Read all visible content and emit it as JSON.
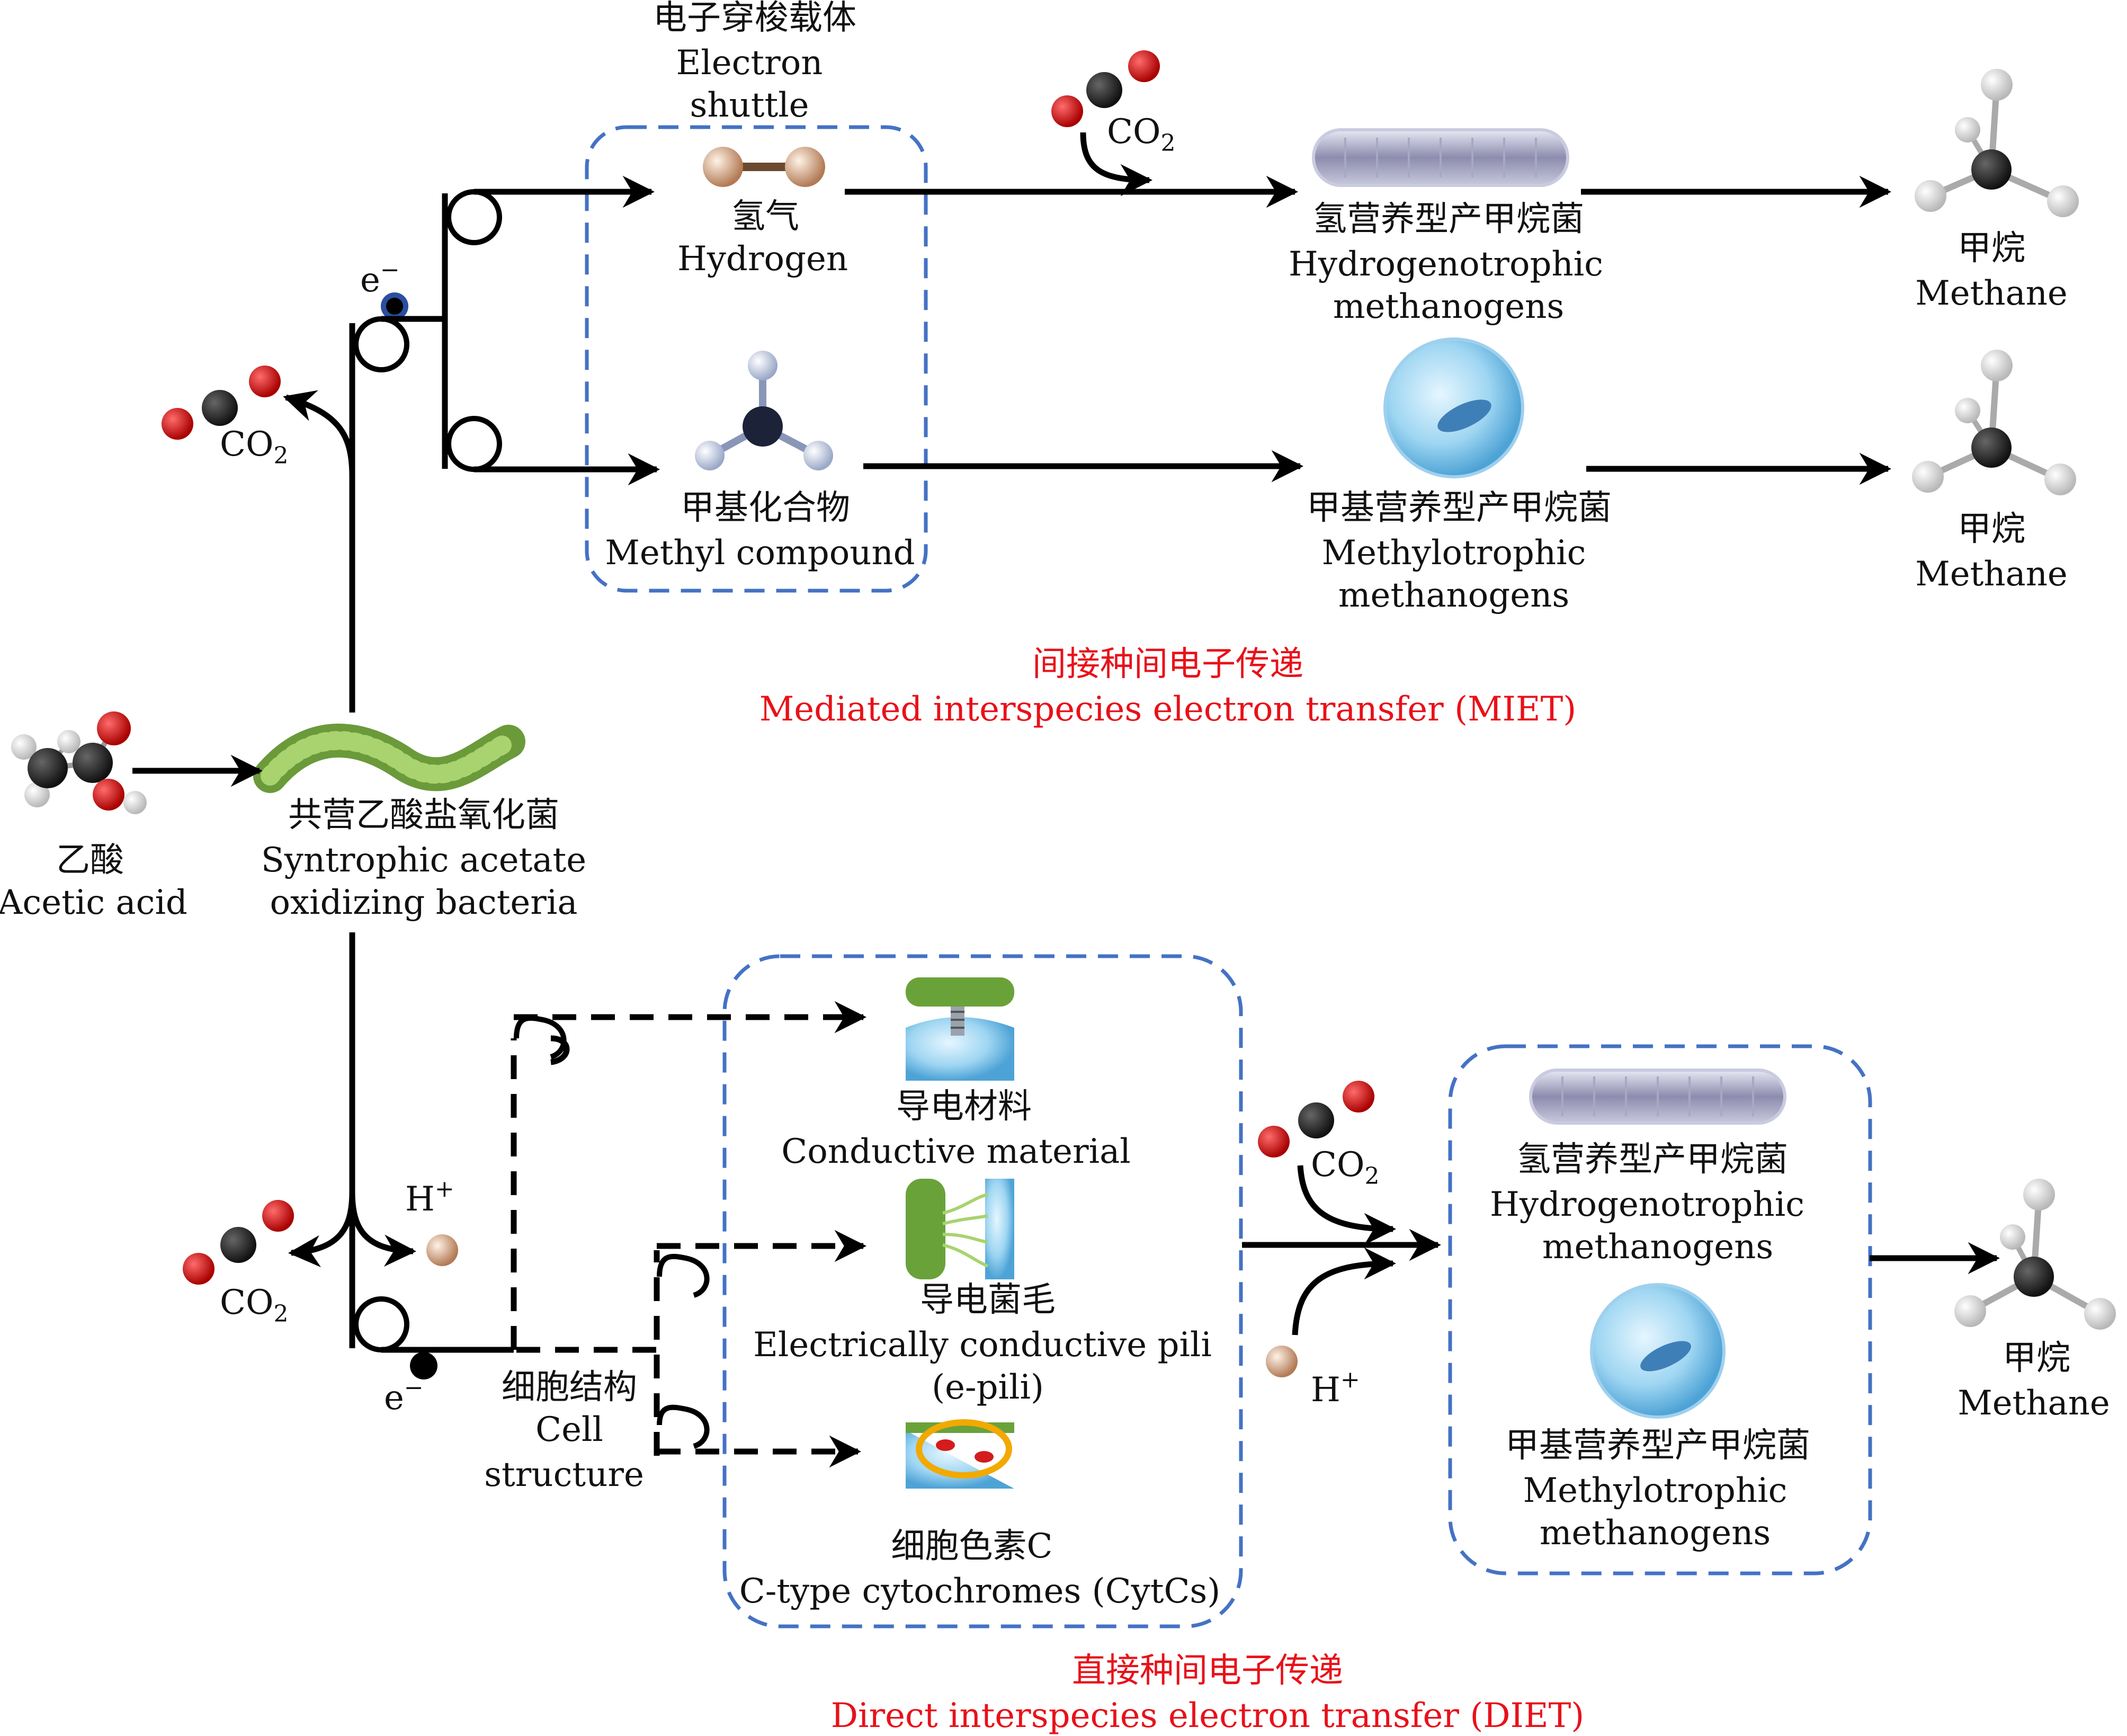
{
  "colors": {
    "arrow": "#000000",
    "dashed_box": "#4472c4",
    "title_red": "#e8111a",
    "electron_ring": "#1f3a8a",
    "oxygen": "#cc0000",
    "carbon": "#222222",
    "hydrogen": "#eeeeee"
  },
  "acetic_acid": {
    "zh": "乙酸",
    "en": "Acetic acid"
  },
  "sao_bacteria": {
    "zh": "共营乙酸盐氧化菌",
    "en_line1": "Syntrophic acetate",
    "en_line2": "oxidizing bacteria"
  },
  "co2_label": {
    "main": "CO",
    "sub": "2"
  },
  "electron_label": {
    "main": "e",
    "sup": "−"
  },
  "proton_label": {
    "main": "H",
    "sup": "+"
  },
  "miet": {
    "shuttle": {
      "zh": "电子穿梭载体",
      "en_line1": "Electron",
      "en_line2": "shuttle"
    },
    "hydrogen": {
      "zh": "氢气",
      "en": "Hydrogen"
    },
    "methyl_compound": {
      "zh": "甲基化合物",
      "en": "Methyl compound"
    },
    "hydrogenotrophic": {
      "zh": "氢营养型产甲烷菌",
      "en_line1": "Hydrogenotrophic",
      "en_line2": "methanogens"
    },
    "methylotrophic": {
      "zh": "甲基营养型产甲烷菌",
      "en_line1": "Methylotrophic",
      "en_line2": "methanogens"
    },
    "methane": {
      "zh": "甲烷",
      "en": "Methane"
    },
    "title_zh": "间接种间电子传递",
    "title_en": "Mediated interspecies electron transfer (MIET)"
  },
  "diet": {
    "cell_structure": {
      "zh": "细胞结构",
      "en_line1": "Cell",
      "en_line2": "structure"
    },
    "conductive_material": {
      "zh": "导电材料",
      "en": "Conductive material"
    },
    "pili": {
      "zh": "导电菌毛",
      "en_line1": "Electrically conductive pili",
      "en_line2": "(e-pili)"
    },
    "cytochromes": {
      "zh": "细胞色素C",
      "en": "C-type cytochromes (CytCs)"
    },
    "hydrogenotrophic": {
      "zh": "氢营养型产甲烷菌",
      "en_line1": "Hydrogenotrophic",
      "en_line2": "methanogens"
    },
    "methylotrophic": {
      "zh": "甲基营养型产甲烷菌",
      "en_line1": "Methylotrophic",
      "en_line2": "methanogens"
    },
    "methane": {
      "zh": "甲烷",
      "en": "Methane"
    },
    "title_zh": "直接种间电子传递",
    "title_en": "Direct interspecies electron transfer (DIET)"
  }
}
